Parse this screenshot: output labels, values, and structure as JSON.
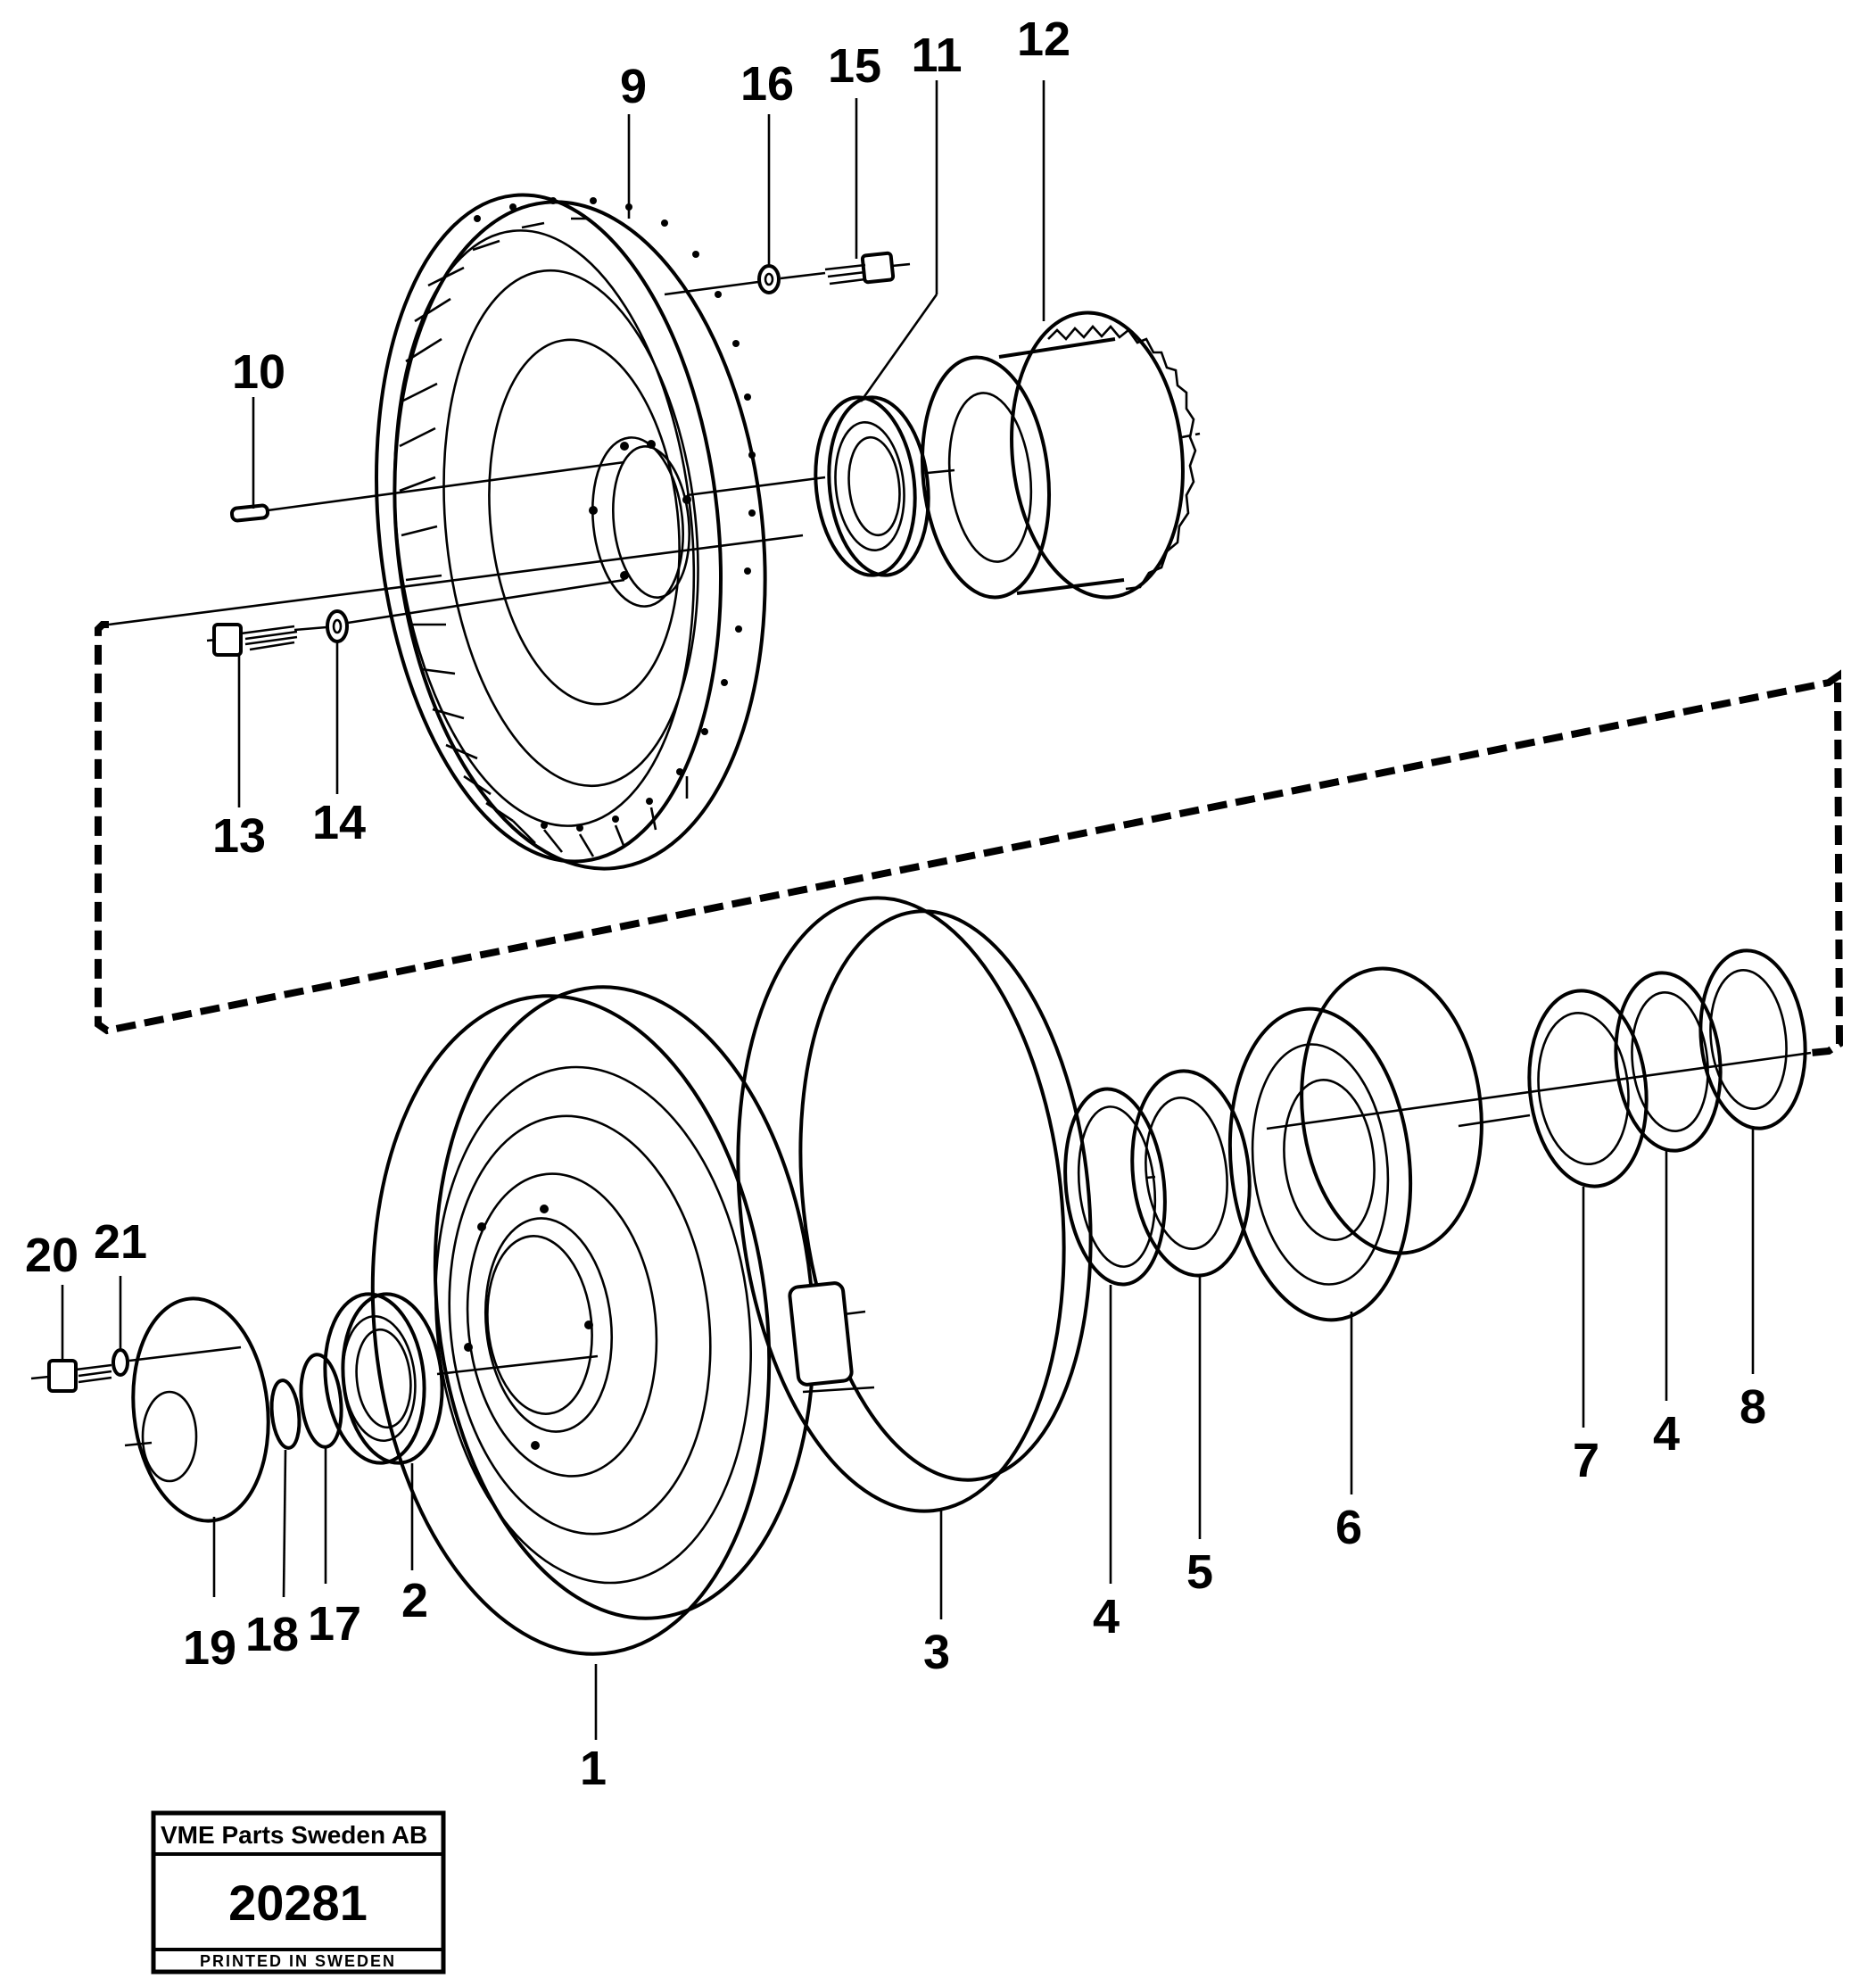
{
  "callouts": [
    {
      "label": "9"
    },
    {
      "label": "16"
    },
    {
      "label": "15"
    },
    {
      "label": "11"
    },
    {
      "label": "12"
    },
    {
      "label": "10"
    },
    {
      "label": "13"
    },
    {
      "label": "14"
    },
    {
      "label": "20"
    },
    {
      "label": "21"
    },
    {
      "label": "19"
    },
    {
      "label": "18"
    },
    {
      "label": "17"
    },
    {
      "label": "2"
    },
    {
      "label": "1"
    },
    {
      "label": "3"
    },
    {
      "label": "4"
    },
    {
      "label": "5"
    },
    {
      "label": "6"
    },
    {
      "label": "7"
    },
    {
      "label": "4"
    },
    {
      "label": "8"
    }
  ],
  "title_block": {
    "company": "VME Parts Sweden AB",
    "drawing_number": "20281",
    "printed": "PRINTED IN SWEDEN"
  }
}
